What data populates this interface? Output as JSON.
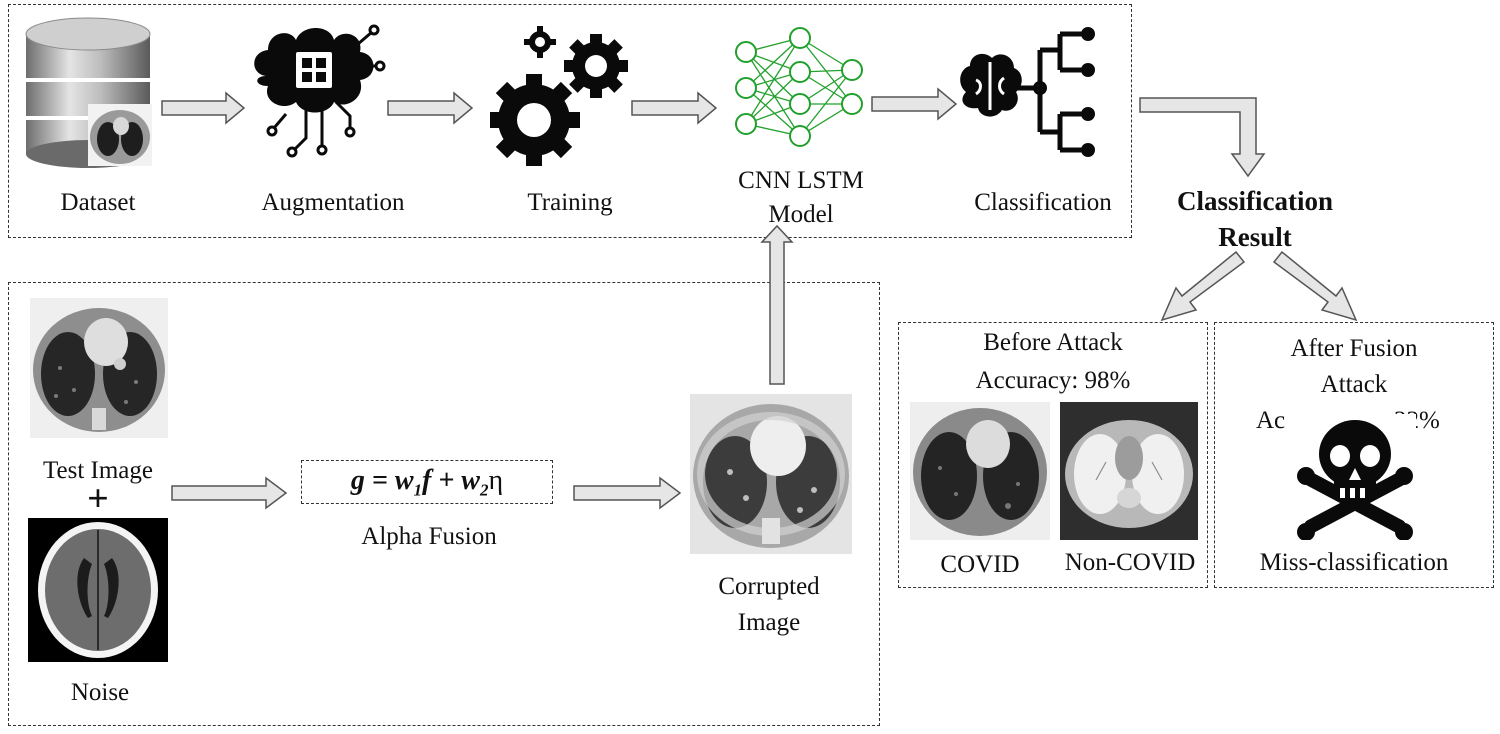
{
  "pipeline": {
    "dataset_label": "Dataset",
    "augmentation_label": "Augmentation",
    "training_label": "Training",
    "model_label_line1": "CNN LSTM",
    "model_label_line2": "Model",
    "classification_label": "Classification"
  },
  "result": {
    "title_line1": "Classification",
    "title_line2": "Result"
  },
  "attack": {
    "test_image_label": "Test Image",
    "plus_sign": "+",
    "noise_label": "Noise",
    "formula": {
      "lhs": "g",
      "w1": "w",
      "w1_sub": "1",
      "f": "f",
      "w2": "w",
      "w2_sub": "2",
      "eta": "η"
    },
    "alpha_fusion_label": "Alpha Fusion",
    "corrupted_label_line1": "Corrupted",
    "corrupted_label_line2": "Image"
  },
  "before_attack": {
    "title": "Before Attack",
    "accuracy": "Accuracy: 98%",
    "covid_label": "COVID",
    "non_covid_label": "Non-COVID"
  },
  "after_attack": {
    "title_line1": "After Fusion",
    "title_line2": "Attack",
    "accuracy_visible": "Ac",
    "accuracy_visible_tail": "22%",
    "result_label": "Miss-classification"
  },
  "colors": {
    "network_green": "#22a02c",
    "arrow_fill": "#e6e6e6",
    "arrow_stroke": "#555555",
    "icon_black": "#0a0a0a"
  }
}
